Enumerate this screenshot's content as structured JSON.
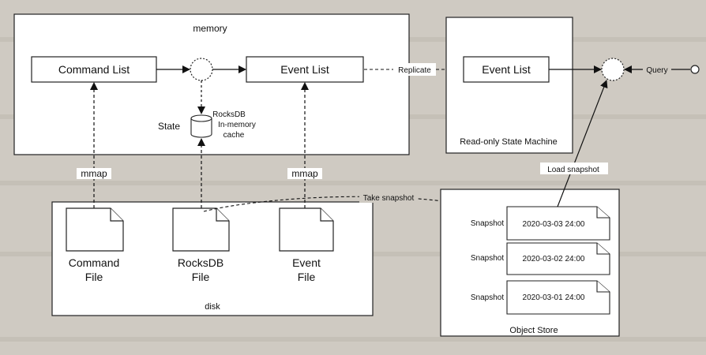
{
  "diagram": {
    "memory_label": "memory",
    "disk_label": "disk",
    "command_list": "Command List",
    "event_list": "Event List",
    "state_label": "State",
    "rocksdb_cache": [
      "RocksDB",
      "In-memory",
      "cache"
    ],
    "replicate_label": "Replicate",
    "readonly_event_list": "Event List",
    "readonly_machine_label": "Read-only State Machine",
    "query_label": "Query",
    "mmap_left": "mmap",
    "mmap_right": "mmap",
    "take_snapshot": "Take snapshot",
    "load_snapshot": "Load snapshot",
    "command_file": [
      "Command",
      "File"
    ],
    "rocksdb_file": [
      "RocksDB",
      "File"
    ],
    "event_file": [
      "Event",
      "File"
    ],
    "object_store_label": "Object Store",
    "snapshots": [
      {
        "label": "Snapshot",
        "date": "2020-03-03 24:00"
      },
      {
        "label": "Snapshot",
        "date": "2020-03-02 24:00"
      },
      {
        "label": "Snapshot",
        "date": "2020-03-01 24:00"
      }
    ]
  }
}
